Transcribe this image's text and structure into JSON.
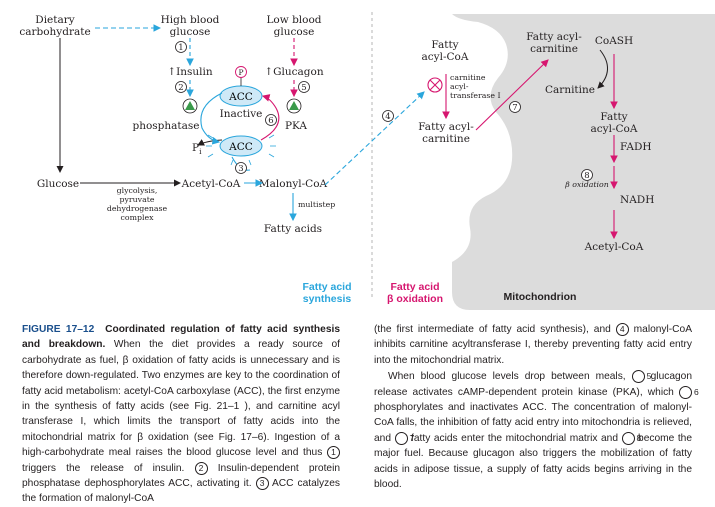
{
  "diagram": {
    "dietary_carbohydrate": [
      "Dietary",
      "carbohydrate"
    ],
    "high_blood_glucose": [
      "High blood",
      "glucose"
    ],
    "low_blood_glucose": [
      "Low blood",
      "glucose"
    ],
    "insulin": "↑Insulin",
    "glucagon": "↑Glucagon",
    "phosphatase": "phosphatase",
    "pka": "PKA",
    "p_label": "P",
    "acc": "ACC",
    "inactive": "Inactive",
    "pi": "P",
    "pi_sub": "i",
    "glucose": "Glucose",
    "glycolysis": [
      "glycolysis,",
      "pyruvate",
      "dehydrogenase",
      "complex"
    ],
    "acetyl_coa": "Acetyl-CoA",
    "malonyl_coa": "Malonyl-CoA",
    "multistep": "multistep",
    "fatty_acids": "Fatty acids",
    "fatty_acyl_coa_out": [
      "Fatty",
      "acyl-CoA"
    ],
    "cat1": [
      "carnitine",
      "acyl-",
      "transferase I"
    ],
    "fatty_acyl_carnitine_out": [
      "Fatty acyl-",
      "carnitine"
    ],
    "fatty_acyl_carnitine_in": [
      "Fatty acyl-",
      "carnitine"
    ],
    "coash": "CoASH",
    "carnitine": "Carnitine",
    "fatty_acyl_coa_in": [
      "Fatty",
      "acyl-CoA"
    ],
    "fadh": "FADH",
    "beta_ox": "β oxidation",
    "nadh": "NADH",
    "acetyl_coa_end": "Acetyl-CoA",
    "synthesis_label": [
      "Fatty acid",
      "synthesis"
    ],
    "beta_label": [
      "Fatty acid",
      "β oxidation"
    ],
    "mitochondrion": "Mitochondrion",
    "step_numbers": [
      "1",
      "2",
      "3",
      "4",
      "5",
      "6",
      "7",
      "8"
    ]
  },
  "caption": {
    "figure": "FIGURE 17–12",
    "title": "Coordinated regulation of fatty acid synthesis and breakdown.",
    "p1a": " When the diet provides a ready source of carbohydrate as fuel, β oxidation of fatty acids is unnecessary and is therefore down-regulated. Two enzymes are key to the coordination of fatty acid metabolism: acetyl-CoA carboxylase (ACC), the first enzyme in the synthesis of fatty acids (see Fig. 21–1 ), and carnitine acyl transferase I, which limits the transport of fatty acids into the mitochondrial matrix for β oxidation (see Fig. 17–6). Ingestion of a high-carbohydrate meal raises the blood glucose level and thus ",
    "p1b": " triggers the release of insulin. ",
    "p1c": " Insulin-dependent protein phosphatase dephosphorylates ACC, activating it. ",
    "p1d": " ACC catalyzes the formation of malonyl-CoA",
    "p2a": "(the first intermediate of fatty acid synthesis), and ",
    "p2b": " malonyl-CoA inhibits carnitine acyltransferase I, thereby preventing fatty acid entry into the mitochondrial matrix.",
    "p3a": "When blood glucose levels drop between meals, ",
    "p3b": " glucagon release activates cAMP-dependent protein kinase (PKA), which ",
    "p3c": " phosphorylates and inactivates ACC. The concentration of malonyl-CoA falls, the inhibition of fatty acid entry into mitochondria is relieved, and ",
    "p3d": " fatty acids enter the mitochondrial matrix and ",
    "p3e": " become the major fuel. Because glucagon also triggers the mobilization of fatty acids in adipose tissue, a supply of fatty acids begins arriving in the blood.",
    "n1": "1",
    "n2": "2",
    "n3": "3",
    "n4": "4",
    "n5": "5",
    "n6": "6",
    "n7": "7",
    "n8": "8"
  },
  "colors": {
    "cyan": "#2aa6dc",
    "magenta": "#d6166f",
    "mito": "#dcdcdc",
    "acc_fill": "#cfe9f7"
  }
}
